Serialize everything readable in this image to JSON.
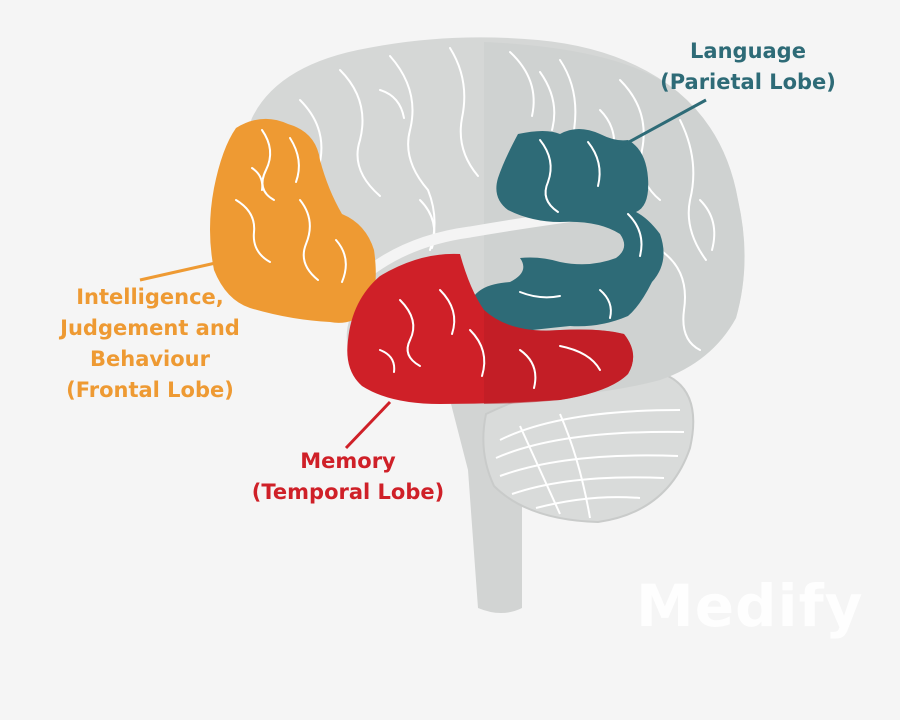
{
  "diagram": {
    "regions": [
      {
        "id": "language",
        "lines": [
          "Language",
          "(Parietal Lobe)"
        ],
        "color": "#2e6b77"
      },
      {
        "id": "frontal",
        "lines": [
          "Intelligence,",
          "Judgement and",
          "Behaviour",
          "(Frontal Lobe)"
        ],
        "color": "#ee9a33"
      },
      {
        "id": "memory",
        "lines": [
          "Memory",
          "(Temporal Lobe)"
        ],
        "color": "#cf2028"
      }
    ],
    "brain_color": "#d4d6d5",
    "fold_color": "#ffffff"
  },
  "watermark": "Medify"
}
